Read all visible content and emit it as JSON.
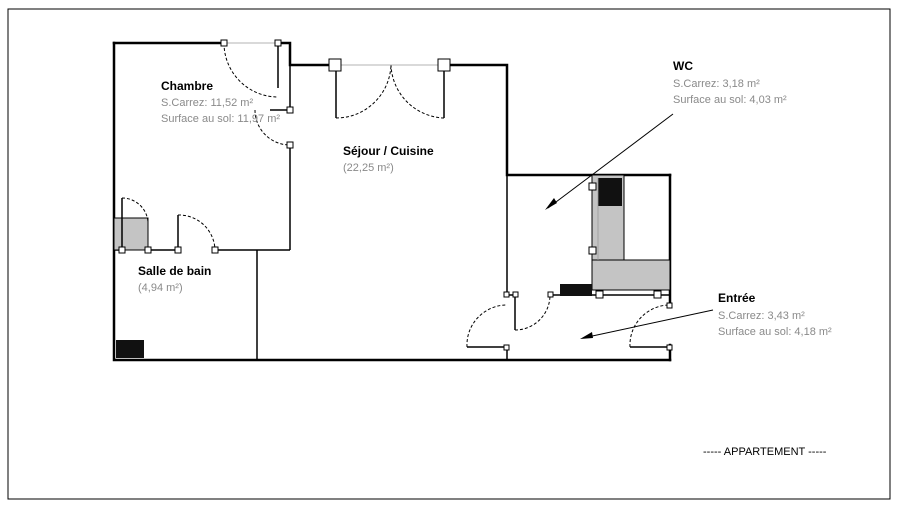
{
  "rooms": {
    "chambre": {
      "name": "Chambre",
      "scarrez": "S.Carrez: 11,52 m²",
      "surface": "Surface au sol: 11,97 m²"
    },
    "sejour": {
      "name": "Séjour / Cuisine",
      "area": "(22,25 m²)"
    },
    "wc": {
      "name": "WC",
      "scarrez": "S.Carrez: 3,18 m²",
      "surface": "Surface au sol: 4,03 m²"
    },
    "salle_de_bain": {
      "name": "Salle de bain",
      "area": "(4,94 m²)"
    },
    "entree": {
      "name": "Entrée",
      "scarrez": "S.Carrez: 3,43 m²",
      "surface": "Surface au sol: 4,18 m²"
    }
  },
  "legend": {
    "label": "----- APPARTEMENT -----"
  }
}
